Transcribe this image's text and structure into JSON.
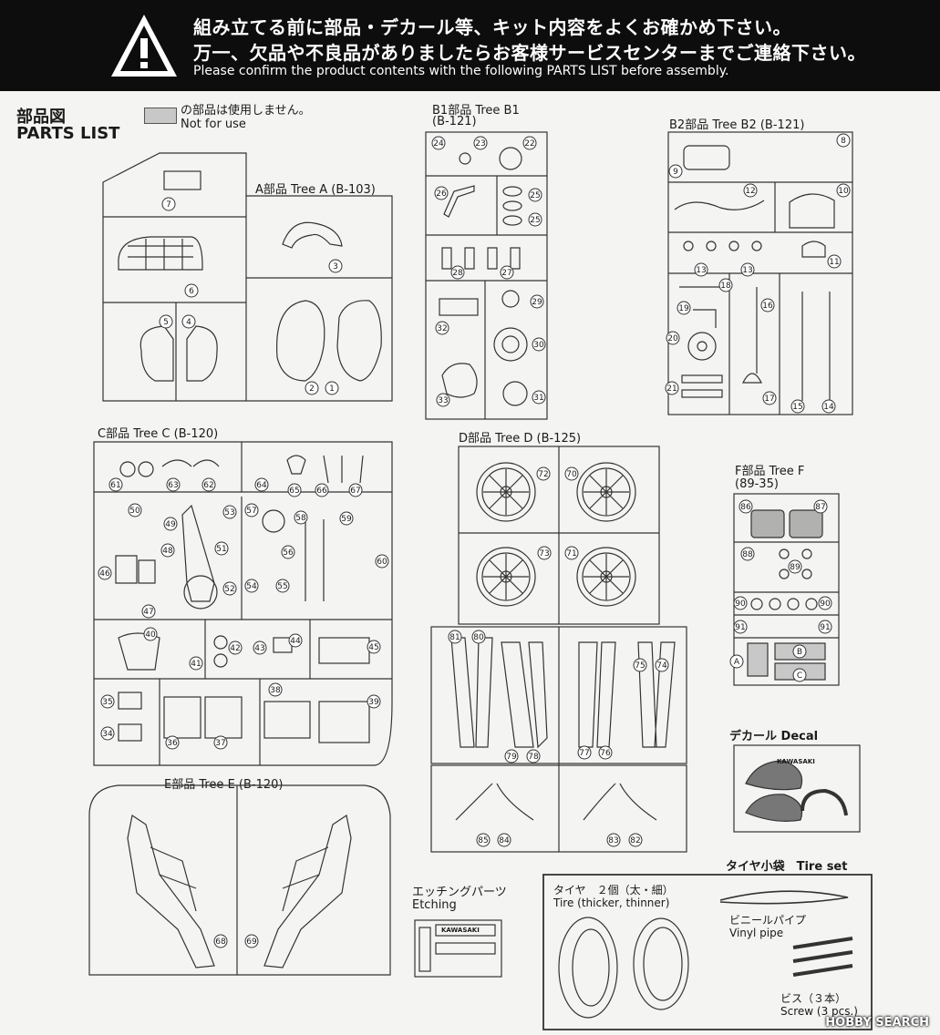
{
  "banner": {
    "line1": "組み立てる前に部品・デカール等、キット内容をよくお確かめ下さい。",
    "line2": "万一、欠品や不良品がありましたらお客様サービスセンターまでご連絡下さい。",
    "line3": "Please confirm the product contents with the following PARTS LIST before assembly."
  },
  "header": {
    "title_jp": "部品図",
    "title_en": "PARTS LIST",
    "legend_jp": "の部品は使用しません。",
    "legend_en": "Not for use"
  },
  "trees": {
    "a": {
      "label": "A部品 Tree A (B-103)",
      "parts": [
        "7",
        "3",
        "6",
        "5",
        "4",
        "2",
        "1"
      ]
    },
    "b1": {
      "label": "B1部品 Tree B1",
      "code": "(B-121)",
      "parts": [
        "24",
        "23",
        "22",
        "26",
        "25",
        "25",
        "28",
        "27",
        "29",
        "32",
        "30",
        "33",
        "31"
      ]
    },
    "b2": {
      "label": "B2部品 Tree B2 (B-121)",
      "parts": [
        "8",
        "9",
        "12",
        "10",
        "13",
        "13",
        "11",
        "18",
        "16",
        "19",
        "20",
        "21",
        "17",
        "15",
        "14"
      ]
    },
    "c": {
      "label": "C部品 Tree C (B-120)",
      "parts": [
        "61",
        "63",
        "62",
        "64",
        "65",
        "66",
        "67",
        "50",
        "49",
        "48",
        "53",
        "57",
        "58",
        "59",
        "46",
        "51",
        "56",
        "60",
        "52",
        "54",
        "55",
        "47",
        "40",
        "42",
        "44",
        "45",
        "41",
        "43",
        "35",
        "36",
        "37",
        "38",
        "39",
        "34"
      ]
    },
    "d": {
      "label": "D部品 Tree D (B-125)",
      "parts": [
        "72",
        "70",
        "73",
        "71",
        "81",
        "80",
        "75",
        "74",
        "79",
        "78",
        "77",
        "76",
        "85",
        "84",
        "83",
        "82"
      ]
    },
    "e": {
      "label": "E部品 Tree E (B-120)",
      "parts": [
        "68",
        "69"
      ]
    },
    "f": {
      "label": "F部品 Tree F",
      "code": "(89-35)",
      "parts": [
        "86",
        "87",
        "88",
        "89",
        "90",
        "90",
        "91",
        "91",
        "A",
        "B",
        "C"
      ]
    }
  },
  "decal": {
    "label": "デカール Decal",
    "brand": "KAWASAKI"
  },
  "etching": {
    "label_jp": "エッチングパーツ",
    "label_en": "Etching",
    "brand": "KAWASAKI"
  },
  "tire_set": {
    "label": "タイヤ小袋　Tire set",
    "tire_jp": "タイヤ　２個（太・細）",
    "tire_en": "Tire (thicker, thinner)",
    "vinyl_jp": "ビニールパイプ",
    "vinyl_en": "Vinyl pipe",
    "screw_jp": "ビス（３本）",
    "screw_en": "Screw (3 pcs.)"
  },
  "watermark": "HOBBY SEARCH",
  "colors": {
    "banner": "#0d0d0d",
    "not_for_use": "#c8c8c8"
  }
}
